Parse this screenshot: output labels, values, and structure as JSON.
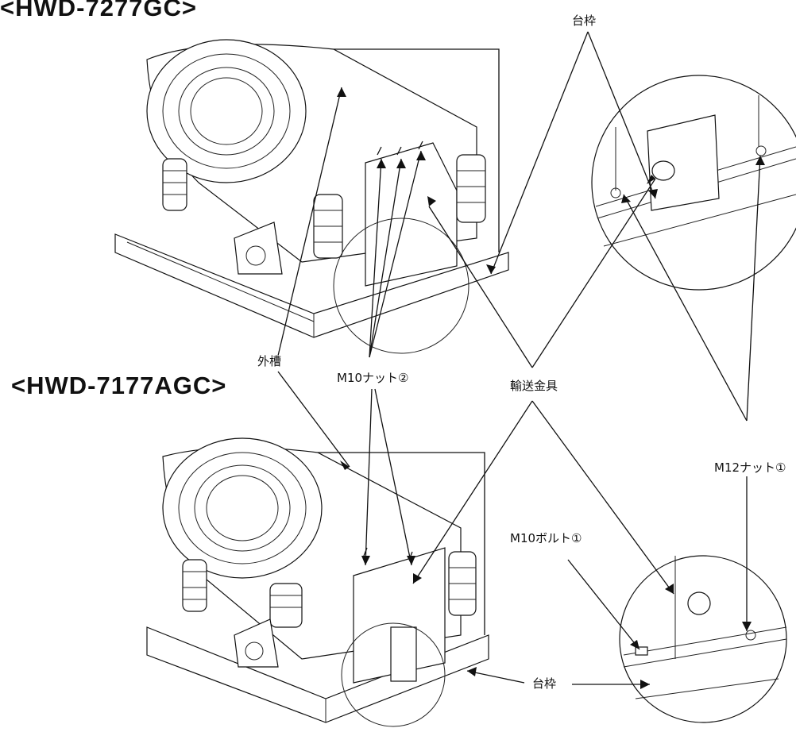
{
  "models": {
    "top": "<HWD-7277GC>",
    "bottom": "<HWD-7177AGC>"
  },
  "labels": {
    "frame_top": "台枠",
    "outer_tub": "外槽",
    "m10_nut": "M10ナット②",
    "transport_bracket": "輸送金具",
    "m12_nut": "M12ナット①",
    "m10_bolt": "M10ボルト①",
    "frame_bottom": "台枠"
  }
}
